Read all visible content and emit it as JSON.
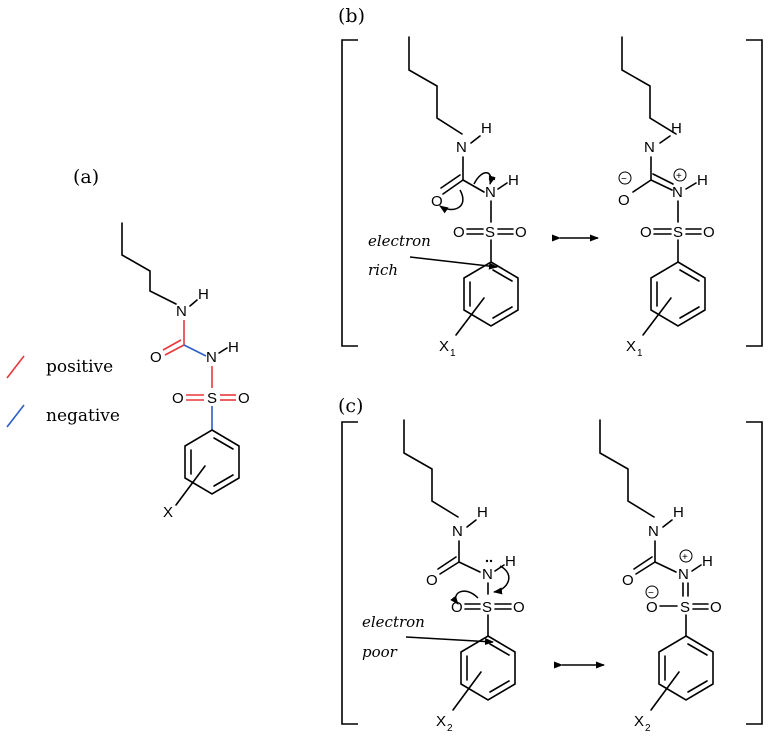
{
  "panels": {
    "a": "(a)",
    "b": "(b)",
    "c": "(c)"
  },
  "legend": {
    "positive": {
      "label": "positive",
      "color": "#e8373b"
    },
    "negative": {
      "label": "negative",
      "color": "#2d5ec9"
    }
  },
  "atoms": {
    "N": "N",
    "H": "H",
    "O": "O",
    "S": "S",
    "X": "X"
  },
  "subscripts": {
    "one": "1",
    "two": "2"
  },
  "charges": {
    "plus": "+",
    "minus": "−"
  },
  "annotations": {
    "b_line1": "electron",
    "b_line2": "rich",
    "c_line1": "electron",
    "c_line2": "poor"
  }
}
